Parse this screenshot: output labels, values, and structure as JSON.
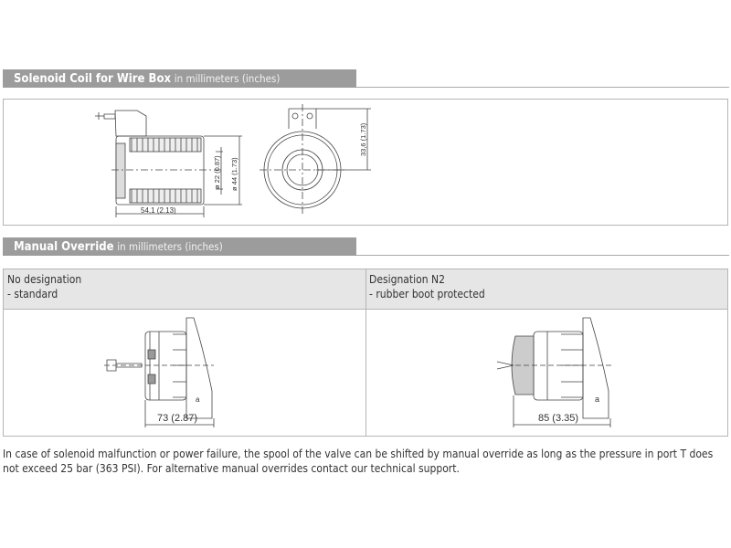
{
  "sections": {
    "coil": {
      "title": "Solenoid Coil for Wire Box",
      "unit": "in millimeters (inches)",
      "dims": {
        "length": "54,1 (2.13)",
        "inner_dia": "ø 22 (0.87)",
        "outer_dia": "ø 44 (1.73)",
        "height": "33,6 (1.73)"
      }
    },
    "override": {
      "title": "Manual Override",
      "unit": "in millimeters (inches)",
      "columns": [
        {
          "line1": "No designation",
          "line2": "- standard",
          "dim": "73 (2.87)",
          "label": "a"
        },
        {
          "line1": "Designation N2",
          "line2": "- rubber boot protected",
          "dim": "85 (3.35)",
          "label": "a"
        }
      ]
    }
  },
  "note": "In case of solenoid malfunction or power failure, the spool of the valve can be shifted by manual override as long as the pressure in port T does not exceed 25 bar (363 PSI). For alternative manual overrides contact our technical support."
}
